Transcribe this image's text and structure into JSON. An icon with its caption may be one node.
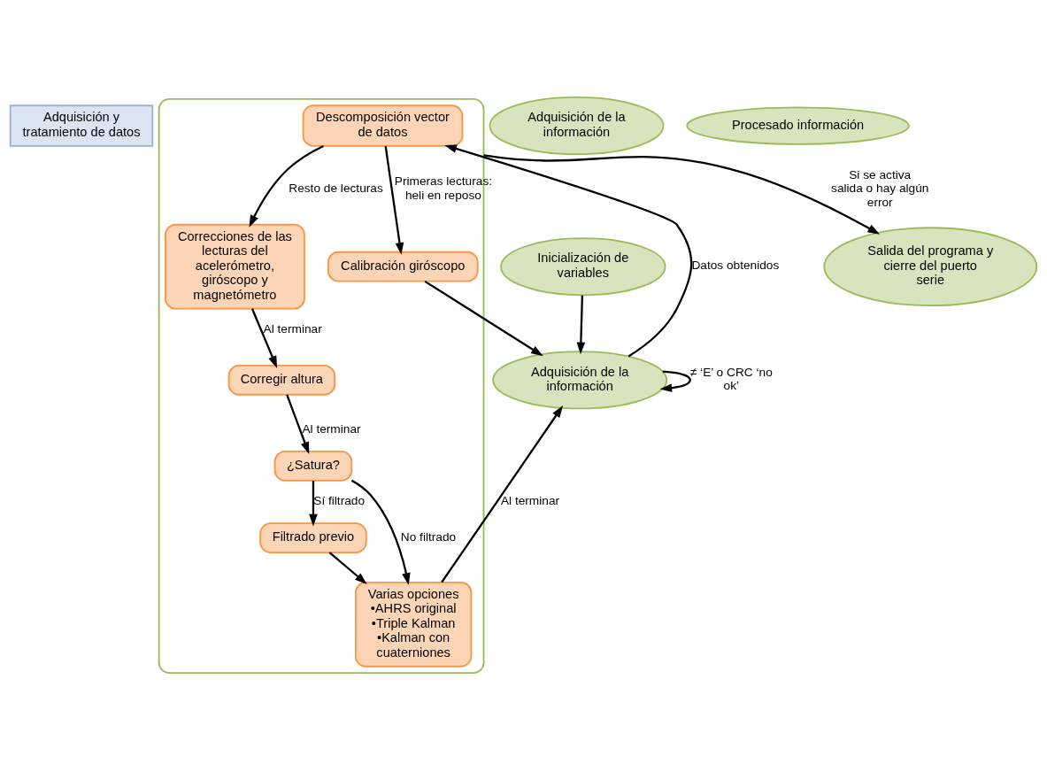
{
  "diagram": {
    "nodes": [
      {
        "text": [
          "Adquisición y tratamiento de datos"
        ]
      },
      {
        "text": [
          "Inicialización de variables"
        ]
      },
      {
        "text": [
          "Adquisición de la información"
        ]
      },
      {
        "text": [
          "Adquisición de la información"
        ]
      },
      {
        "text": [],
        "shape": "ellipse"
      },
      {
        "text": [
          "Descomposición vector de datos"
        ],
        "in": 4
      },
      {
        "text": [
          "Correcciones de las lecturas del acelerómetro, giróscopo y magnetómetro"
        ],
        "in": 4
      },
      {
        "text": [
          "Calibración giróscopo"
        ],
        "in": 4
      },
      {
        "text": [
          "Corregir altura"
        ],
        "in": 4
      },
      {
        "text": [
          "¿Satura?"
        ],
        "in": 4
      },
      {
        "text": [
          "Filtrado previo"
        ],
        "in": 4
      },
      {
        "text": [
          "Varias opciones",
          "•AHRS original",
          "•Triple Kalman",
          "•Kalman con cuaterniones"
        ],
        "in": 4
      },
      {
        "text": [
          "Procesado información"
        ]
      },
      {
        "text": [
          "Salida del programa y cierre del puerto serie"
        ]
      }
    ],
    "edges": [
      {
        "from": 1,
        "to": 3,
        "arrow": "to"
      },
      {
        "from": 3,
        "to": 3,
        "arrow": "to",
        "label": "≠ ‘E’ o CRC ‘no ok’"
      },
      {
        "from": 3,
        "to": 5,
        "arrow": "to",
        "label": "Datos obtenidos"
      },
      {
        "from": 5,
        "to": 6,
        "arrow": "to",
        "label": "Resto de lecturas"
      },
      {
        "from": 5,
        "to": 7,
        "arrow": "to",
        "label": "Primeras lecturas: heli en reposo"
      },
      {
        "from": 7,
        "to": 3,
        "arrow": "to"
      },
      {
        "from": 6,
        "to": 8,
        "arrow": "to",
        "label": "Al terminar"
      },
      {
        "from": 8,
        "to": 9,
        "arrow": "to",
        "label": "Al terminar"
      },
      {
        "from": 9,
        "to": 11,
        "arrow": "to",
        "label": "No filtrado"
      },
      {
        "from": 9,
        "to": 10,
        "arrow": "to",
        "label": "Sí filtrado"
      },
      {
        "from": 10,
        "to": 11,
        "arrow": "to"
      },
      {
        "from": 11,
        "to": 3,
        "arrow": "to",
        "label": "Al terminar"
      },
      {
        "from": 4,
        "to": 13,
        "arrow": "to",
        "label": "Si se activa salida o hay algún error"
      }
    ]
  }
}
